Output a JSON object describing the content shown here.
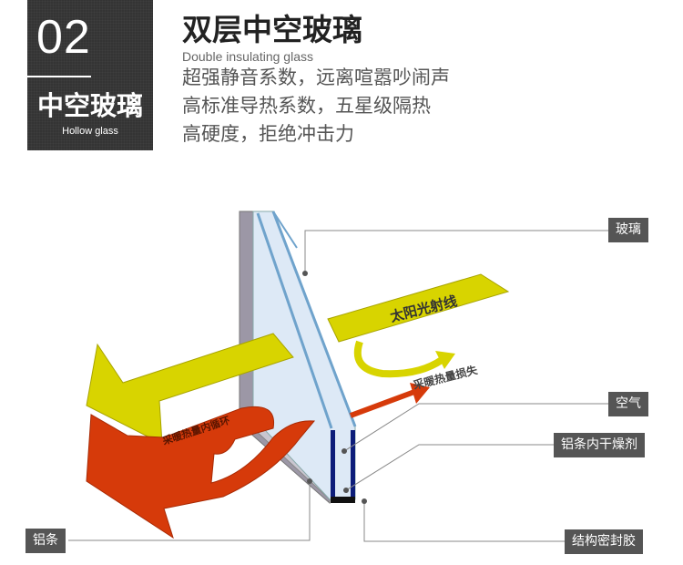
{
  "badge": {
    "number": "02",
    "title": "中空玻璃",
    "subtitle": "Hollow glass"
  },
  "header": {
    "title": "双层中空玻璃",
    "subtitle": "Double insulating glass",
    "lines": [
      "超强静音系数，远离喧嚣吵闹声",
      "高标准导热系数，五星级隔热",
      "高硬度，拒绝冲击力"
    ]
  },
  "diagram": {
    "arrows": {
      "sunlight": "太阳光射线",
      "heat_loss": "采暖热量损失",
      "heat_cycle": "采暖热量内循环"
    },
    "labels": {
      "glass": "玻璃",
      "air": "空气",
      "desiccant": "铝条内干燥剂",
      "sealant": "结构密封胶",
      "aluminum": "铝条"
    }
  },
  "colors": {
    "yellow": "#d8d400",
    "red": "#d63a0a",
    "glass": "#dde9f6",
    "spacer": "#0d1d7a",
    "label_bg": "#555555"
  }
}
